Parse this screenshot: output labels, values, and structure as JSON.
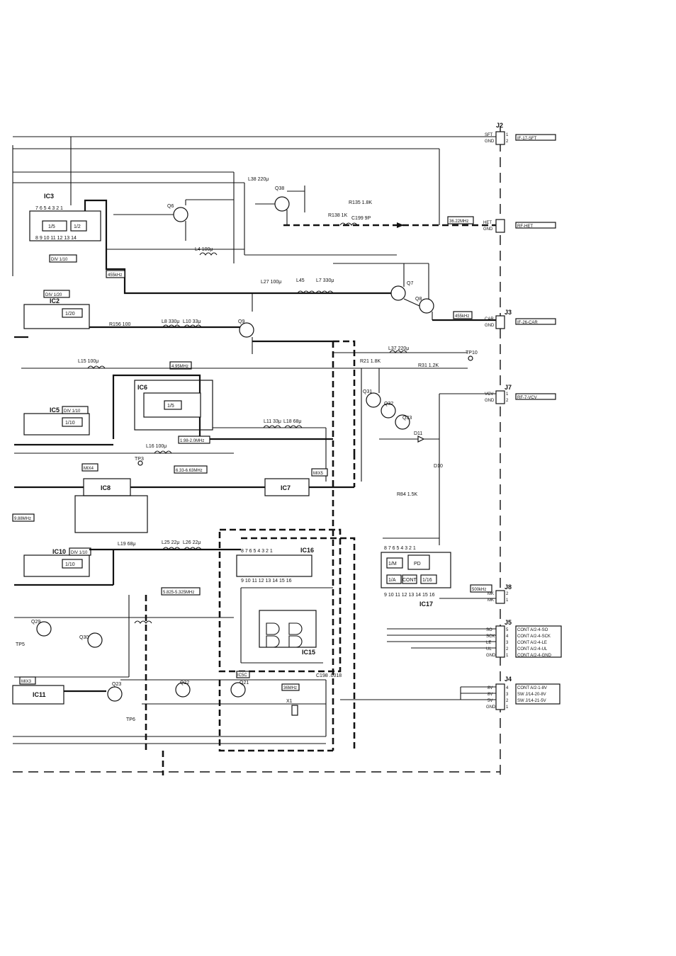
{
  "colors": {
    "ink": "#111111",
    "paper": "#ffffff"
  },
  "ics": [
    {
      "label": "IC3",
      "inner": [
        "1/5",
        "1/2"
      ],
      "tag": "DIV 1/10"
    },
    {
      "label": "IC2",
      "inner": [
        "1/20"
      ],
      "tag": "DIV 1/20"
    },
    {
      "label": "IC6",
      "inner": [
        "1/5"
      ],
      "tag": ""
    },
    {
      "label": "IC5",
      "inner": [
        "1/10"
      ],
      "tag": "DIV 1/10"
    },
    {
      "label": "IC8",
      "inner": [],
      "tag": "MIX4"
    },
    {
      "label": "IC7",
      "inner": [],
      "tag": "MIX5"
    },
    {
      "label": "IC10",
      "inner": [
        "1/10"
      ],
      "tag": "DIV 1/10"
    },
    {
      "label": "IC16",
      "inner": [],
      "tag": ""
    },
    {
      "label": "IC15",
      "inner": [],
      "tag": ""
    },
    {
      "label": "IC17",
      "inner": [
        "1/M",
        "PD",
        "1/A",
        "CONT",
        "1/16"
      ],
      "tag": ""
    },
    {
      "label": "IC11",
      "inner": [],
      "tag": "MIX3"
    }
  ],
  "transistors": [
    "Q6",
    "Q38",
    "Q7",
    "Q8",
    "Q9",
    "Q31",
    "Q32",
    "Q33",
    "Q29",
    "Q30",
    "Q23",
    "Q22",
    "Q21"
  ],
  "connectors": [
    {
      "label": "J2",
      "pins": [
        {
          "num": "1",
          "name": "SFT"
        },
        {
          "num": "2",
          "name": "GND"
        }
      ],
      "dest": [
        "IF-17-SFT"
      ]
    },
    {
      "label": "",
      "pins": [
        {
          "num": "",
          "name": "HET"
        },
        {
          "num": "",
          "name": "GND"
        }
      ],
      "dest": [
        "RF-HET"
      ]
    },
    {
      "label": "J3",
      "pins": [
        {
          "num": "",
          "name": "CAR"
        },
        {
          "num": "",
          "name": "GND"
        }
      ],
      "dest": [
        "IF-26-CAR"
      ]
    },
    {
      "label": "J7",
      "pins": [
        {
          "num": "1",
          "name": "VCV"
        },
        {
          "num": "2",
          "name": "GND"
        }
      ],
      "dest": [
        "RF-7-VCV"
      ]
    },
    {
      "label": "J8",
      "pins": [
        {
          "num": "2",
          "name": "MK"
        },
        {
          "num": "1",
          "name": "MK"
        }
      ],
      "dest": []
    },
    {
      "label": "J5",
      "pins": [
        {
          "num": "5",
          "name": "SO"
        },
        {
          "num": "4",
          "name": "SCK"
        },
        {
          "num": "3",
          "name": "LE"
        },
        {
          "num": "2",
          "name": "UL"
        },
        {
          "num": "1",
          "name": "GND"
        }
      ],
      "dest": [
        "CONT A/2-4-SO",
        "CONT A/2-4-SCK",
        "CONT A/2-4-LE",
        "CONT A/2-4-UL",
        "CONT A/2-4-GND"
      ]
    },
    {
      "label": "J4",
      "pins": [
        {
          "num": "4",
          "name": "8V"
        },
        {
          "num": "3",
          "name": "8V"
        },
        {
          "num": "2",
          "name": "5V"
        },
        {
          "num": "1",
          "name": "GND"
        }
      ],
      "dest": [
        "CONT A/2-1-8V",
        "SW J/14-20-8V",
        "SW J/14-21-5V"
      ]
    }
  ],
  "frequency_tags": [
    "36.22MHz",
    "455kHz",
    "455kHz",
    "4.95MHz",
    "1.98-2.0MHz",
    "6.33-6.63MHz",
    "5.825-5.325MHz",
    "36MHz",
    "500kHz",
    "9.88MHz"
  ],
  "misc_labels": [
    "TP10",
    "TP3",
    "TP5",
    "TP6",
    "X1",
    "D10",
    "D11",
    "L4 100μ",
    "L15 100μ",
    "L16 100μ",
    "L37 220μ",
    "L38 220μ",
    "L27 100μ",
    "R156 100",
    "R21 1.8K",
    "R31 1.2K",
    "R84 1.5K",
    "R135 1.8K",
    "R138 1K",
    "C199 9P",
    "C198 .0018",
    "L45",
    "L7 330μ",
    "L8 330μ",
    "L10 33μ",
    "L11 33μ",
    "L18 68μ",
    "L19 68μ",
    "L25 22μ",
    "L26 22μ",
    "IC5C"
  ]
}
